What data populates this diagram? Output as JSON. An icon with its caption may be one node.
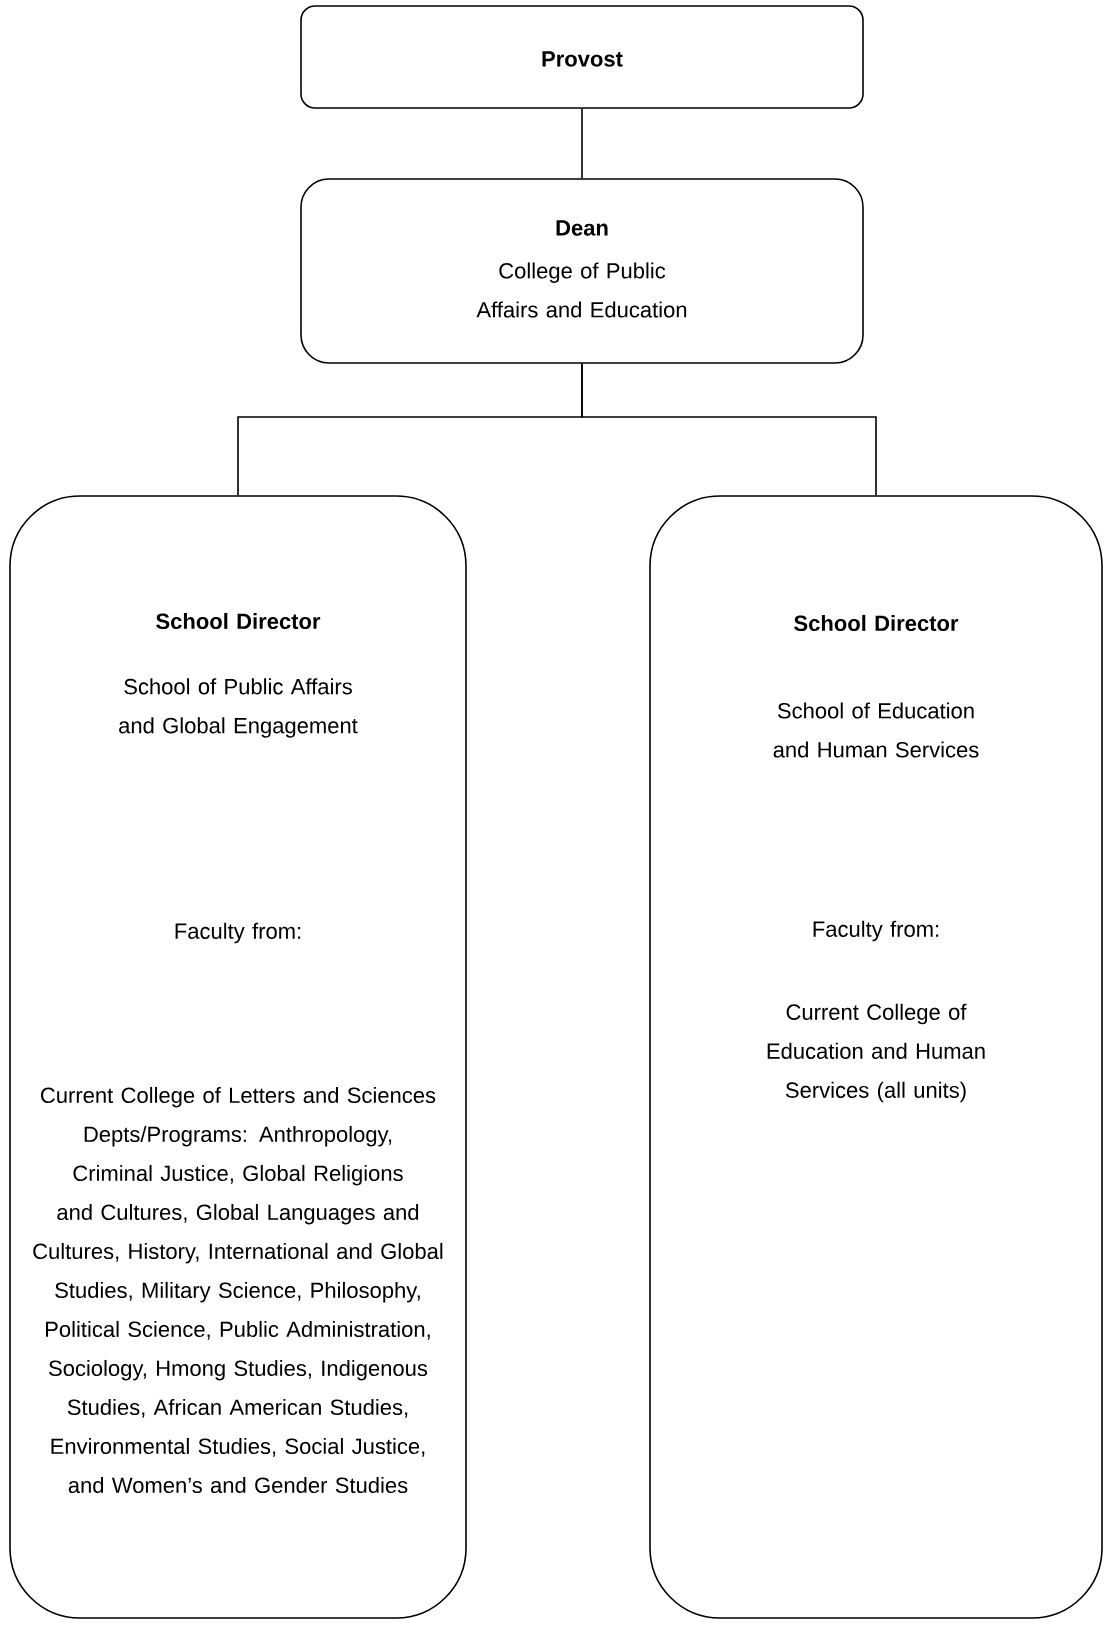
{
  "diagram": {
    "nodes": [
      {
        "text": [
          "Provost"
        ]
      },
      {
        "text": [
          "Dean",
          "College of Public Affairs and Education"
        ]
      },
      {
        "text": [
          "School Director",
          "School of Public Affairs and Global Engagement",
          "Faculty from:",
          "Current College of Letters and Sciences Depts/Programs: Anthropology, Criminal Justice, Global Religions and Cultures, Global Languages and Cultures, History, International and Global Studies, Military Science, Philosophy, Political Science, Public Administration, Sociology, Hmong Studies, Indigenous Studies, African American Studies, Environmental Studies, Social Justice, and Women’s and Gender Studies"
        ]
      },
      {
        "text": [
          "School Director",
          "School of Education and Human Services",
          "Faculty from:",
          "Current College of Education and Human Services (all units)"
        ]
      }
    ],
    "edges": [
      {
        "from": 0,
        "to": 1,
        "arrow": "none"
      },
      {
        "from": 1,
        "to": 2,
        "arrow": "none"
      },
      {
        "from": 1,
        "to": 3,
        "arrow": "none"
      }
    ]
  }
}
